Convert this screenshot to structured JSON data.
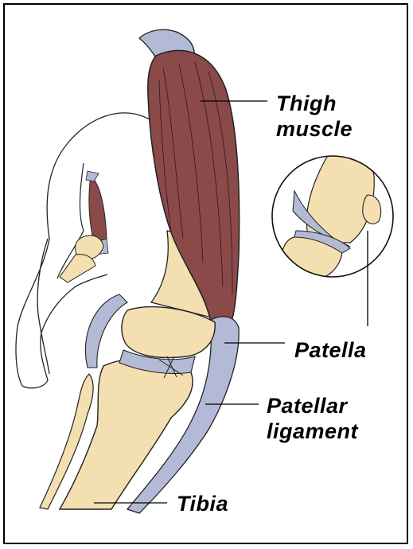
{
  "labels": {
    "thigh_muscle_line1": "Thigh",
    "thigh_muscle_line2": "muscle",
    "patella": "Patella",
    "patellar_ligament_line1": "Patellar",
    "patellar_ligament_line2": "ligament",
    "tibia": "Tibia"
  },
  "colors": {
    "muscle": "#8a4a4a",
    "bone": "#f3dfb0",
    "ligament": "#b3bad6",
    "outline": "#000000"
  }
}
